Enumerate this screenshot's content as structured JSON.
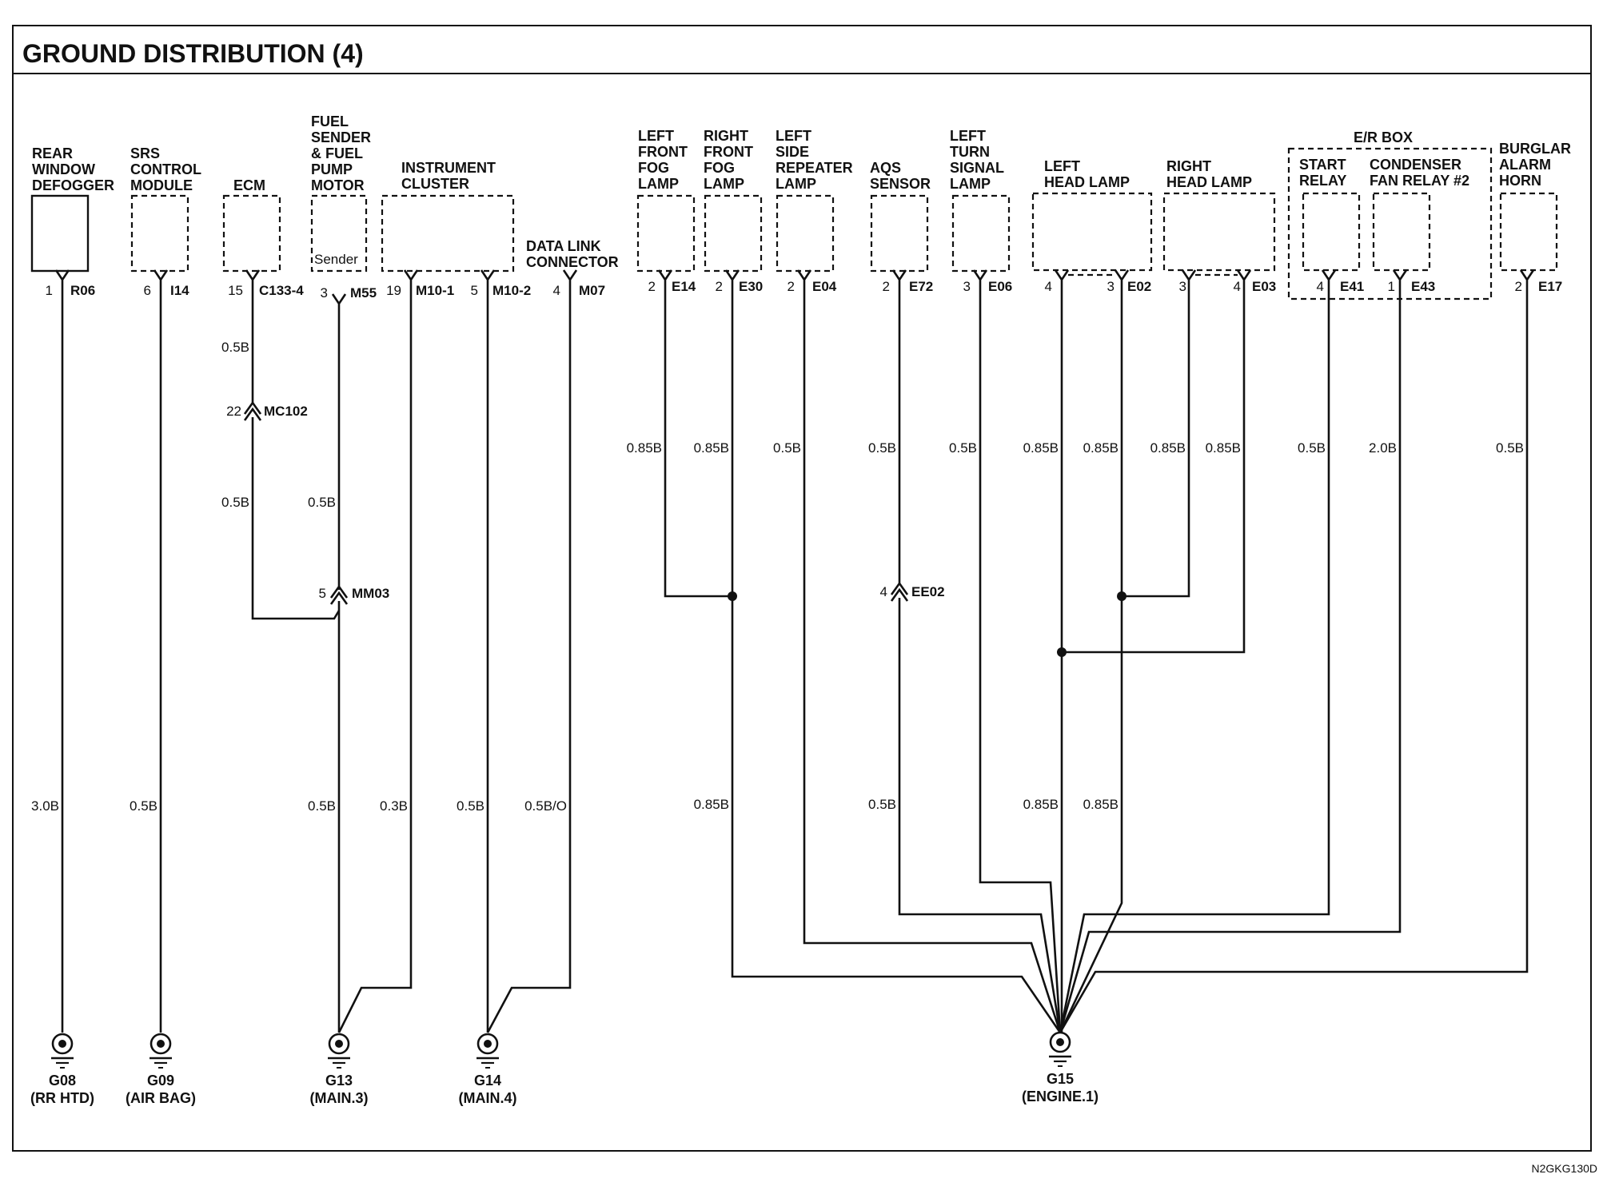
{
  "title": "GROUND DISTRIBUTION (4)",
  "footer_code": "N2GKG130D",
  "components": [
    {
      "id": "rear-window-defogger",
      "lines": [
        "REAR",
        "WINDOW",
        "DEFOGGER"
      ]
    },
    {
      "id": "srs-control-module",
      "lines": [
        "SRS",
        "CONTROL",
        "MODULE"
      ]
    },
    {
      "id": "ecm",
      "lines": [
        "ECM"
      ]
    },
    {
      "id": "fuel-sender-pump",
      "lines": [
        "FUEL",
        "SENDER",
        "& FUEL",
        "PUMP",
        "MOTOR"
      ],
      "inner_label": "Sender"
    },
    {
      "id": "instrument-cluster",
      "lines": [
        "INSTRUMENT",
        "CLUSTER"
      ]
    },
    {
      "id": "data-link-connector",
      "lines": [
        "DATA LINK",
        "CONNECTOR"
      ]
    },
    {
      "id": "left-front-fog-lamp",
      "lines": [
        "LEFT",
        "FRONT",
        "FOG",
        "LAMP"
      ]
    },
    {
      "id": "right-front-fog-lamp",
      "lines": [
        "RIGHT",
        "FRONT",
        "FOG",
        "LAMP"
      ]
    },
    {
      "id": "left-side-repeater-lamp",
      "lines": [
        "LEFT",
        "SIDE",
        "REPEATER",
        "LAMP"
      ]
    },
    {
      "id": "aqs-sensor",
      "lines": [
        "AQS",
        "SENSOR"
      ]
    },
    {
      "id": "left-turn-signal-lamp",
      "lines": [
        "LEFT",
        "TURN",
        "SIGNAL",
        "LAMP"
      ]
    },
    {
      "id": "left-head-lamp",
      "lines": [
        "LEFT",
        "HEAD LAMP"
      ]
    },
    {
      "id": "right-head-lamp",
      "lines": [
        "RIGHT",
        "HEAD LAMP"
      ]
    },
    {
      "id": "er-box",
      "lines": [
        "E/R BOX"
      ]
    },
    {
      "id": "start-relay",
      "lines": [
        "START",
        "RELAY"
      ]
    },
    {
      "id": "condenser-fan-relay",
      "lines": [
        "CONDENSER",
        "FAN RELAY #2"
      ]
    },
    {
      "id": "burglar-alarm-horn",
      "lines": [
        "BURGLAR",
        "ALARM",
        "HORN"
      ]
    }
  ],
  "pins": [
    {
      "pin": "1",
      "conn": "R06"
    },
    {
      "pin": "6",
      "conn": "I14"
    },
    {
      "pin": "15",
      "conn": "C133-4"
    },
    {
      "pin": "3",
      "conn": "M55"
    },
    {
      "pin": "19",
      "conn": "M10-1"
    },
    {
      "pin": "5",
      "conn": "M10-2"
    },
    {
      "pin": "4",
      "conn": "M07"
    },
    {
      "pin": "2",
      "conn": "E14"
    },
    {
      "pin": "2",
      "conn": "E30"
    },
    {
      "pin": "2",
      "conn": "E04"
    },
    {
      "pin": "2",
      "conn": "E72"
    },
    {
      "pin": "3",
      "conn": "E06"
    },
    {
      "pin": "4",
      "conn": ""
    },
    {
      "pin": "3",
      "conn": "E02"
    },
    {
      "pin": "3",
      "conn": ""
    },
    {
      "pin": "4",
      "conn": "E03"
    },
    {
      "pin": "4",
      "conn": "E41"
    },
    {
      "pin": "1",
      "conn": "E43"
    },
    {
      "pin": "2",
      "conn": "E17"
    }
  ],
  "inline_connectors": [
    {
      "pin": "22",
      "conn": "MC102"
    },
    {
      "pin": "5",
      "conn": "MM03"
    },
    {
      "pin": "4",
      "conn": "EE02"
    }
  ],
  "wire_labels": {
    "w_top": [
      "0.5B",
      "0.5B",
      "0.5B",
      "0.85B",
      "0.85B",
      "0.5B",
      "0.5B",
      "0.5B",
      "0.85B",
      "0.85B",
      "0.85B",
      "0.85B",
      "0.5B",
      "2.0B",
      "0.5B"
    ],
    "w_low": [
      "3.0B",
      "0.5B",
      "0.5B",
      "0.3B",
      "0.5B",
      "0.5B/O",
      "0.85B",
      "0.5B",
      "0.85B",
      "0.85B"
    ]
  },
  "grounds": [
    {
      "id": "G08",
      "desc": "(RR HTD)"
    },
    {
      "id": "G09",
      "desc": "(AIR BAG)"
    },
    {
      "id": "G13",
      "desc": "(MAIN.3)"
    },
    {
      "id": "G14",
      "desc": "(MAIN.4)"
    },
    {
      "id": "G15",
      "desc": "(ENGINE.1)"
    }
  ]
}
